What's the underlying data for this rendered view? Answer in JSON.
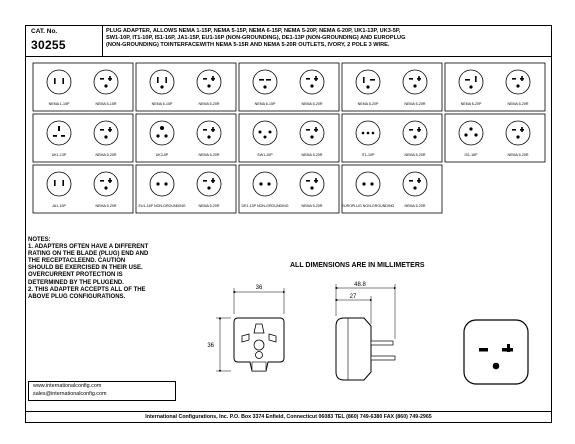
{
  "header": {
    "cat_label": "CAT. No.",
    "cat_number": "30255",
    "description_lines": [
      "PLUG ADAPTER, ALLOWS NEMA 1-15P, NEMA 5-15P, NEMA 6-15P, NEMA 5-20P, NEMA 6-20P, UK1-13P, UK3-5P,",
      "SW1-10P, IT1-10P, IS1-16P, JA1-15P, EU1-16P (NON-GROUNDING), DE1-13P (NON-GROUNDING) AND EUROPLUG",
      "(NON-GROUNDING) TOINTERFACEWITH NEMA 5-15R AND NEMA 5-20R OUTLETS, IVORY, 2 POLE 3 WIRE."
    ]
  },
  "plug_panels": [
    {
      "row": 0,
      "col": 0,
      "plug": "nema-1-15p",
      "plug_caption": "NEMA 1-15P",
      "receptacle_caption": "NEMA 5-15R"
    },
    {
      "row": 0,
      "col": 1,
      "plug": "nema-5-15p",
      "plug_caption": "NEMA 5-15P",
      "receptacle_caption": "NEMA 5-20R"
    },
    {
      "row": 0,
      "col": 2,
      "plug": "nema-6-15p",
      "plug_caption": "NEMA 6-15P",
      "receptacle_caption": "NEMA 5-20R"
    },
    {
      "row": 0,
      "col": 3,
      "plug": "nema-5-20p",
      "plug_caption": "NEMA 5-20P",
      "receptacle_caption": "NEMA 5-20R"
    },
    {
      "row": 0,
      "col": 4,
      "plug": "nema-6-20p",
      "plug_caption": "NEMA 6-20P",
      "receptacle_caption": "NEMA 5-20R"
    },
    {
      "row": 1,
      "col": 0,
      "plug": "uk1-13p",
      "plug_caption": "UK1-13P",
      "receptacle_caption": "NEMA 5-20R"
    },
    {
      "row": 1,
      "col": 1,
      "plug": "uk3-5p",
      "plug_caption": "UK3-5P",
      "receptacle_caption": "NEMA 5-20R"
    },
    {
      "row": 1,
      "col": 2,
      "plug": "sw1-10p",
      "plug_caption": "SW1-10P",
      "receptacle_caption": "NEMA 5-20R"
    },
    {
      "row": 1,
      "col": 3,
      "plug": "it1-10p",
      "plug_caption": "IT1-10P",
      "receptacle_caption": "NEMA 5-20R"
    },
    {
      "row": 1,
      "col": 4,
      "plug": "is1-16p",
      "plug_caption": "IS1-16P",
      "receptacle_caption": "NEMA 5-20R"
    },
    {
      "row": 2,
      "col": 0,
      "plug": "ja1-15p",
      "plug_caption": "JA1-15P",
      "receptacle_caption": "NEMA 5-20R"
    },
    {
      "row": 2,
      "col": 1,
      "plug": "eu1-16p",
      "plug_caption": "EU1-16P NON-GROUNDING",
      "receptacle_caption": "NEMA 5-20R"
    },
    {
      "row": 2,
      "col": 2,
      "plug": "de1-13p",
      "plug_caption": "DE1-13P NON-GROUNDING",
      "receptacle_caption": "NEMA 5-20R"
    },
    {
      "row": 2,
      "col": 3,
      "plug": "europlug",
      "plug_caption": "EUROPLUG NON-GROUNDING",
      "receptacle_caption": "NEMA 5-20R"
    }
  ],
  "notes": {
    "title": "NOTES:",
    "lines": [
      "1. ADAPTERS OFTEN HAVE A DIFFERENT",
      "RATING ON THE BLADE (PLUG) END AND",
      "THE RECEPTACLEEND. CAUTION",
      "SHOULD BE EXERCISED IN THEIR USE.",
      "OVERCURRENT PROTECTION IS",
      "DETERMINED BY THE PLUGEND.",
      "2. THIS ADAPTER ACCEPTS ALL OF THE",
      "ABOVE PLUG CONFIGURATIONS."
    ]
  },
  "dimensions": {
    "title": "ALL DIMENSIONS ARE IN MILLIMETERS",
    "width_front": "36",
    "height_front": "36",
    "overall_side": "48.8",
    "body_side": "27"
  },
  "contact": {
    "web": "www.internationalconfig.com",
    "email": "sales@internationalconfig.com"
  },
  "footer": {
    "text": "International Configurations, Inc.  P.O. Box 3374  Enfield, Connecticut 06083 TEL (860) 749-6380  FAX (860) 749-2965"
  }
}
